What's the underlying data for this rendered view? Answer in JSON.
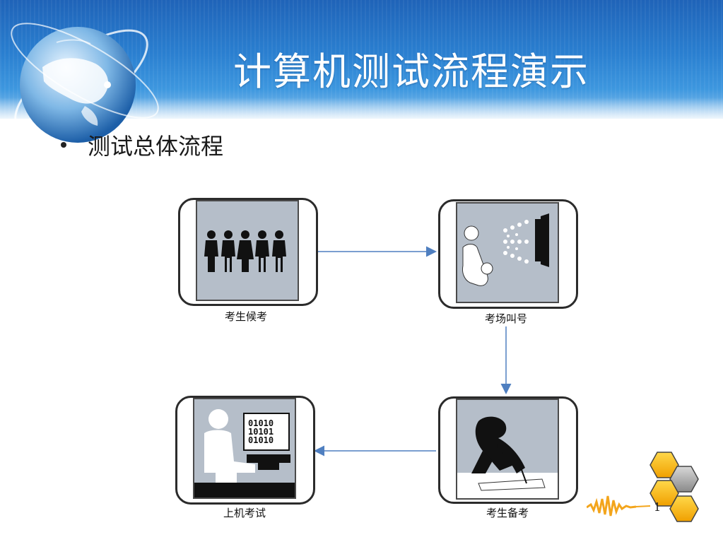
{
  "slide": {
    "title": "计算机测试流程演示",
    "bullet": "测试总体流程",
    "page_number": "1"
  },
  "steps": [
    {
      "label": "考生候考",
      "icon": "people-waiting-icon"
    },
    {
      "label": "考场叫号",
      "icon": "calling-speaker-icon"
    },
    {
      "label": "考生备考",
      "icon": "writing-person-icon"
    },
    {
      "label": "上机考试",
      "icon": "computer-exam-icon"
    }
  ],
  "computer_screen_text": [
    "01010",
    "10101",
    "01010"
  ],
  "colors": {
    "header_blue": "#2a7fd0",
    "arrow_blue": "#4f7fc0",
    "panel_gray": "#b5bec9",
    "honeycomb_yellow": "#f5b400"
  }
}
